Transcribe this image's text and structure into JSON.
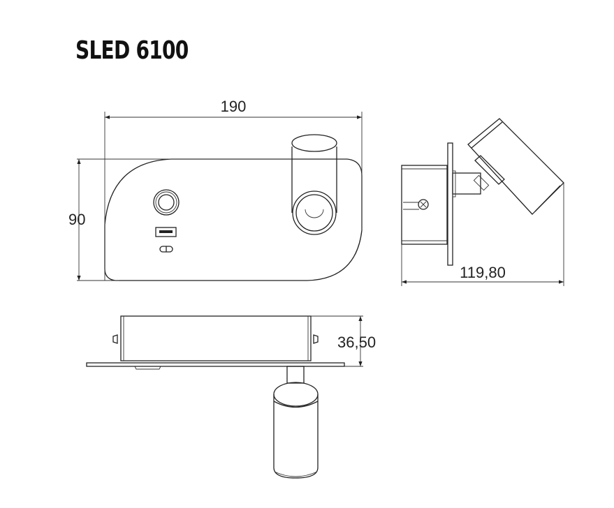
{
  "title": "SLED 6100",
  "dimensions": {
    "width": "190",
    "height": "90",
    "depth_overall": "119,80",
    "depth_box": "36,50"
  },
  "colors": {
    "line": "#222222",
    "background": "#ffffff"
  }
}
